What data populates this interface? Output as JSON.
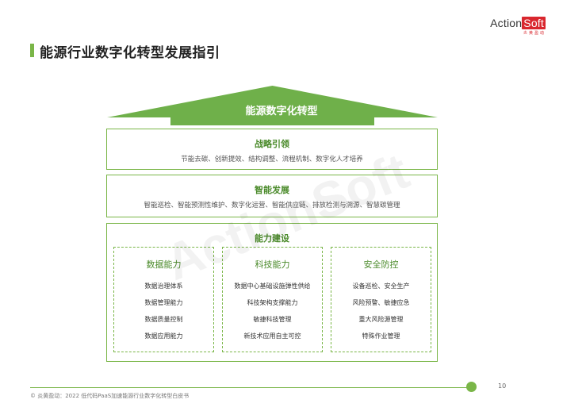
{
  "logo": {
    "prefix": "Acti",
    "o": "o",
    "mid": "n",
    "highlight": "Soft",
    "sub": "炎黄盈动"
  },
  "title": "能源行业数字化转型发展指引",
  "roof": "能源数字化转型",
  "strategy": {
    "title": "战略引领",
    "text": "节能去碳、创新提效、结构调整、流程机制、数字化人才培养"
  },
  "smart": {
    "title": "智能发展",
    "text": "智能巡检、智能预测性维护、数字化运营、智能供应链、排放检测与溯源、智慧碳管理"
  },
  "capability": {
    "title": "能力建设",
    "columns": [
      {
        "title": "数据能力",
        "items": [
          "数据治理体系",
          "数据管理能力",
          "数据质量控制",
          "数据应用能力"
        ]
      },
      {
        "title": "科技能力",
        "items": [
          "数据中心基础设施弹性供给",
          "科技架构支撑能力",
          "敏捷科技管理",
          "新技术应用自主可控"
        ]
      },
      {
        "title": "安全防控",
        "items": [
          "设备巡检、安全生产",
          "风险预警、敏捷应急",
          "重大风险源管理",
          "特殊作业管理"
        ]
      }
    ]
  },
  "footer": {
    "text": "© 炎黄盈动：2022 低代码PaaS加速能源行业数字化转型白皮书",
    "page": "10"
  },
  "colors": {
    "accent": "#7ab648",
    "roof": "#6fb04a",
    "title_text": "#4a8a2a",
    "logo_red": "#d9272e"
  }
}
